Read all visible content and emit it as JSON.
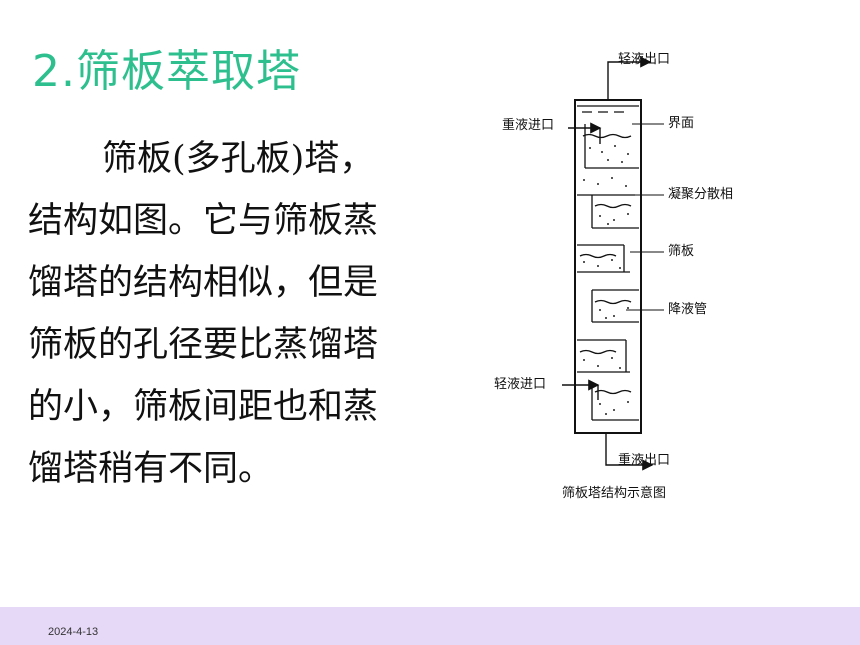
{
  "slide": {
    "title": "2.筛板萃取塔",
    "body_lines": [
      "筛板(多孔板)塔，",
      "结构如图。它与筛板蒸",
      "馏塔的结构相似，但是",
      "筛板的孔径要比蒸馏塔",
      "的小，筛板间距也和蒸",
      "馏塔稍有不同。"
    ],
    "footer_date": "2024-4-13"
  },
  "figure": {
    "labels": {
      "light_outlet": "轻液出口",
      "heavy_inlet": "重液进口",
      "interface": "界面",
      "coalesced_dispersed": "凝聚分散相",
      "sieve_plate": "筛板",
      "downcomer": "降液管",
      "light_inlet": "轻液进口",
      "heavy_outlet": "重液出口"
    },
    "caption": "筛板塔结构示意图"
  },
  "colors": {
    "title": "#2ebf8f",
    "footer_bar": "#e6d9f7"
  }
}
